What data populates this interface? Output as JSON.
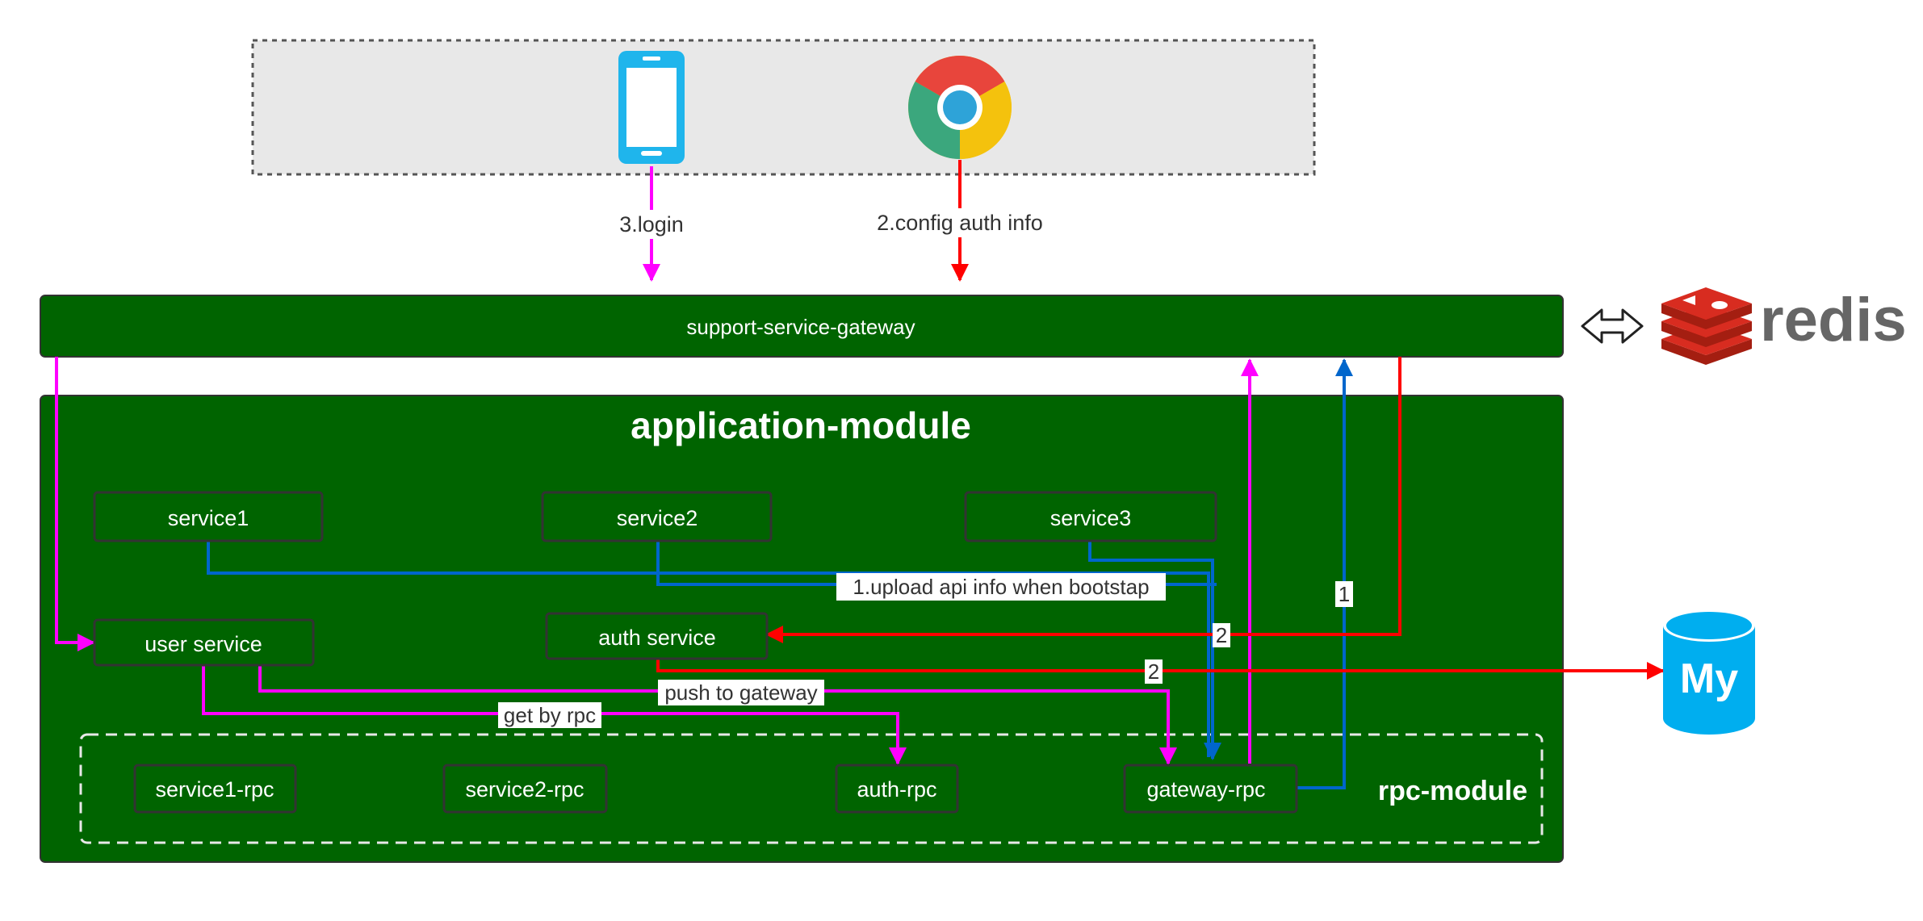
{
  "gateway": {
    "label": "support-service-gateway"
  },
  "app_module": {
    "title": "application-module"
  },
  "rpc_module": {
    "title": "rpc-module"
  },
  "services": {
    "service1": "service1",
    "service2": "service2",
    "service3": "service3",
    "user_service": "user service",
    "auth_service": "auth service"
  },
  "rpc": {
    "service1_rpc": "service1-rpc",
    "service2_rpc": "service2-rpc",
    "auth_rpc": "auth-rpc",
    "gateway_rpc": "gateway-rpc"
  },
  "edge_labels": {
    "login": "3.login",
    "config_auth": "2.config auth info",
    "upload_api": "1.upload api info when bootstap",
    "push_to_gateway": "push to gateway",
    "get_by_rpc": "get by rpc",
    "step1": "1",
    "step2_auth": "2",
    "step2_mysql": "2"
  },
  "external": {
    "redis": "redis",
    "mysql": "My"
  },
  "icons": {
    "client_phone": "mobile-phone-icon",
    "client_browser": "chrome-browser-icon",
    "redis_logo": "redis-logo-icon",
    "mysql_logo": "mysql-database-icon",
    "bidirectional": "double-arrow-icon"
  },
  "colors": {
    "module_green": "#006400",
    "magenta_flow": "#ff00ff",
    "red_flow": "#ff0000",
    "blue_flow": "#0066cc",
    "redis_red": "#d82c20",
    "mysql_blue": "#00aeef",
    "client_area_bg": "#e8e8e8"
  }
}
